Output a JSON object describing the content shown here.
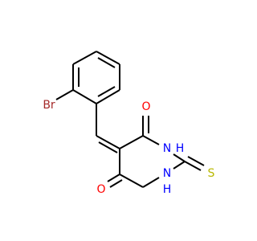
{
  "molecule": {
    "atoms": {
      "br": {
        "label": "Br",
        "color": "#a52a2a"
      },
      "o_top": {
        "label": "O",
        "color": "#ff0000"
      },
      "o_bottom": {
        "label": "O",
        "color": "#ff0000"
      },
      "n_top": {
        "label": "N",
        "color": "#0000ff"
      },
      "n_bottom": {
        "label": "N",
        "color": "#0000ff"
      },
      "h_top": {
        "label": "H",
        "color": "#0000ff"
      },
      "h_bottom": {
        "label": "H",
        "color": "#0000ff"
      },
      "s": {
        "label": "S",
        "color": "#b8b800"
      }
    },
    "bond_color": "#000000"
  }
}
